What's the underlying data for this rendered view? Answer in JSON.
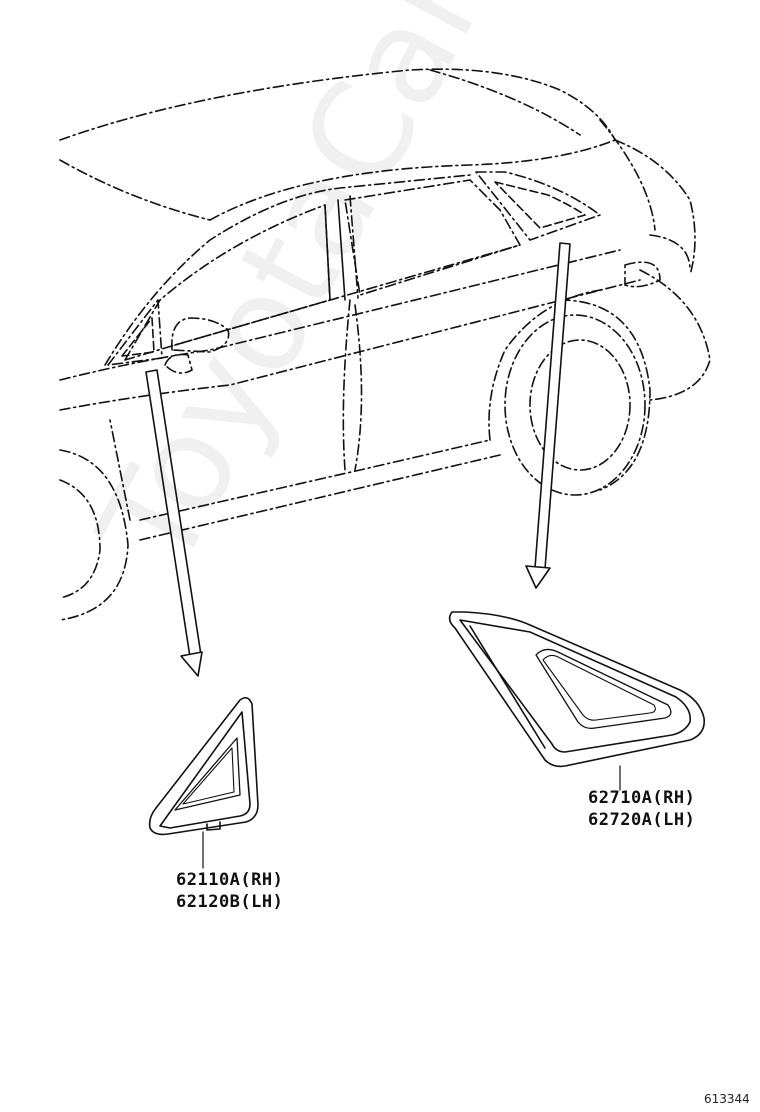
{
  "watermark_text": "ToyotaCarMir.ru",
  "parts": {
    "front_rh": "62110A(RH)",
    "front_lh": "62120B(LH)",
    "rear_rh": "62710A(RH)",
    "rear_lh": "62720A(LH)"
  },
  "reference_number": "613344"
}
